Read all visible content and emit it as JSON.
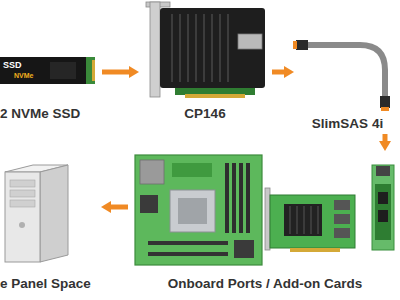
{
  "diagram": {
    "nodes": [
      {
        "text": [
          "2 NVMe SSD"
        ]
      },
      {
        "text": [
          "CP146"
        ]
      },
      {
        "text": [
          "SlimSAS 4i"
        ]
      },
      {
        "text": [
          "e Panel Space"
        ]
      },
      {
        "text": [
          "Onboard Ports / Add-on Cards"
        ]
      }
    ],
    "edges": [
      {
        "from": 0,
        "to": 1,
        "arrow": "to"
      },
      {
        "from": 1,
        "to": 2,
        "arrow": "to"
      },
      {
        "from": 2,
        "to": 4,
        "arrow": "to"
      },
      {
        "from": 4,
        "to": 3,
        "arrow": "to"
      }
    ],
    "labels": [
      "SSD",
      "NVMe"
    ]
  }
}
